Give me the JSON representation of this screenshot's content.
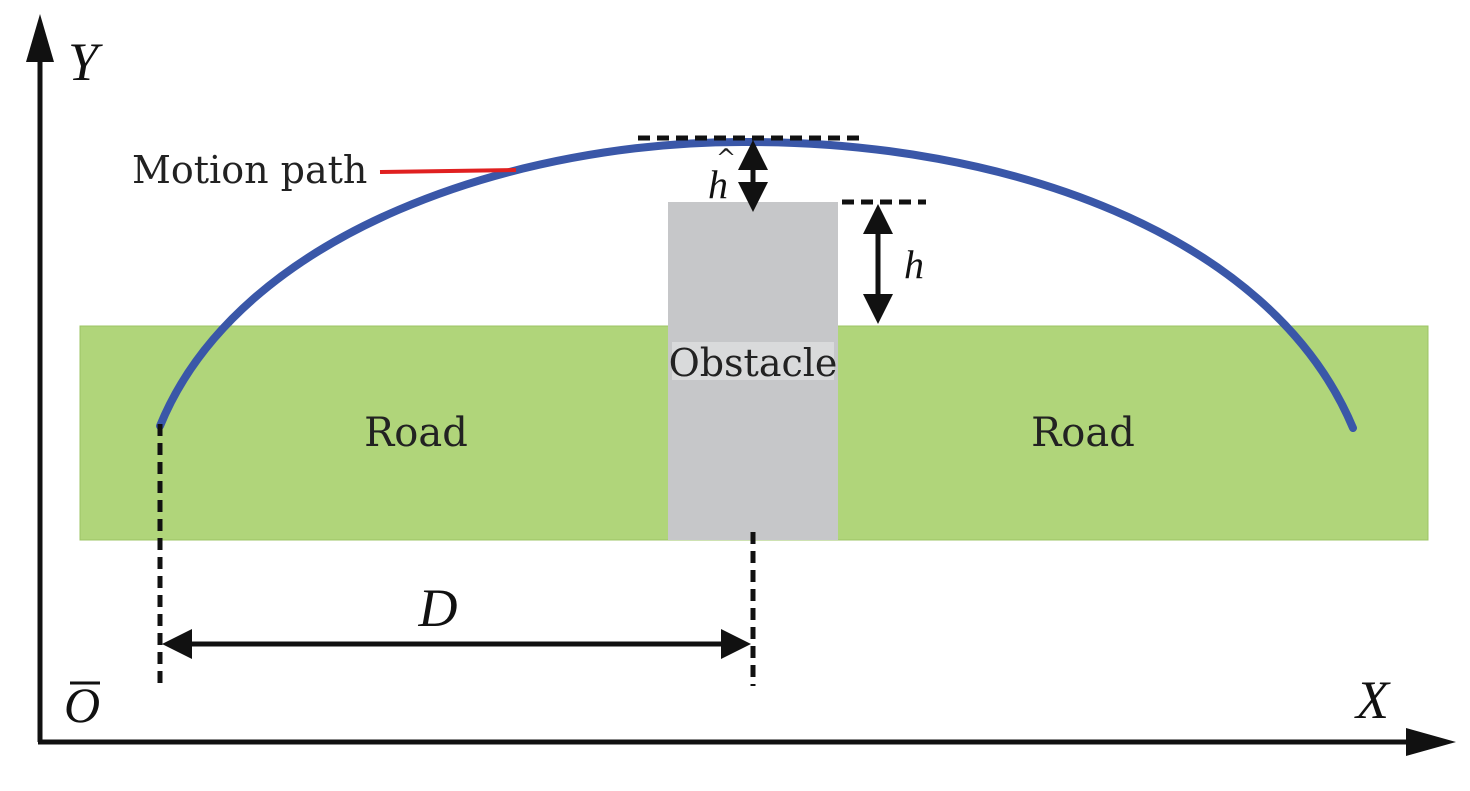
{
  "axes": {
    "y_label": "Y",
    "x_label": "X",
    "origin_label": "O",
    "axis_color": "#111111"
  },
  "regions": {
    "road_left_label": "Road",
    "road_right_label": "Road",
    "obstacle_label": "Obstacle",
    "road_color": "#b0d57a",
    "obstacle_color": "#c6c7c9"
  },
  "path": {
    "label": "Motion path",
    "path_color": "#3a57a8",
    "pointer_color": "#e02020"
  },
  "dimensions": {
    "distance_label": "D",
    "clearance_label": "h",
    "obstacle_height_label": "h"
  }
}
